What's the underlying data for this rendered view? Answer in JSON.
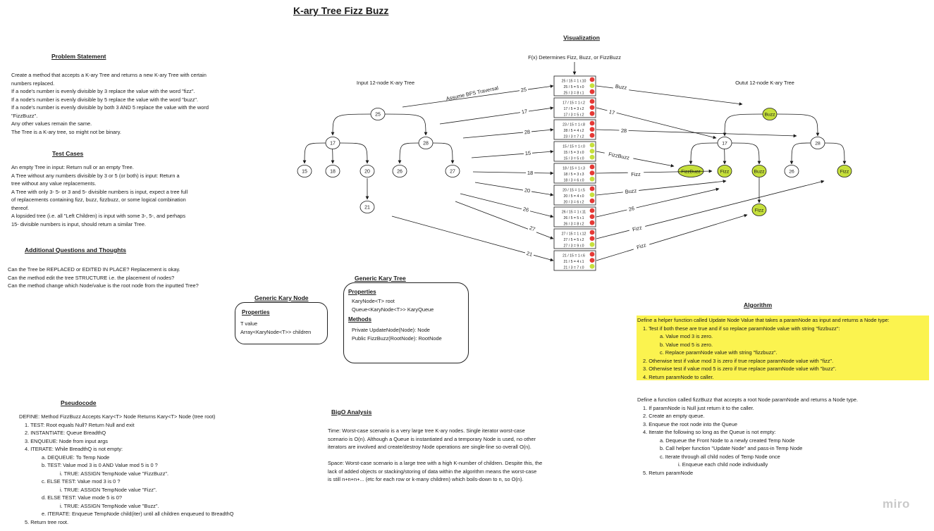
{
  "title": "K-ary Tree Fizz Buzz",
  "problem": {
    "heading": "Problem Statement",
    "lines": [
      "Create a method that accepts a K-ary Tree and returns a new K-ary Tree with certain",
      "numbers replaced.",
      "If a node's number is evenly divisible by 3 replace the value with the word \"fizz\".",
      "If a node's number is evenly divisible by 5 replace the value with the word \"buzz\".",
      "If a node's number is evenly divisible by both 3 AND 5 replace the value with the word",
      "\"FizzBuzz\".",
      "Any other values remain the same.",
      "The Tree is a K-ary tree, so might not be binary."
    ]
  },
  "tests": {
    "heading": "Test Cases",
    "lines": [
      "An empty Tree in input: Return null or an empty Tree.",
      "A Tree without any numbers divisible by 3 or 5 (or both) is input: Return a",
      "tree without any value replacements.",
      "A Tree with only 3- 5- or 3 and 5- divisible numbers is input, expect a tree full",
      "of replacements containing fizz, buzz, fizzbuzz, or some logical combination",
      "thereof.",
      "A lopsided tree (i.e. all \"Left Children) is input with some 3-, 5-, and perhaps",
      "15- divisible numbers is input, should return a similar Tree."
    ]
  },
  "questions": {
    "heading": "Additional Questions and Thoughts",
    "lines": [
      "Can the Tree be REPLACED or EDITED IN PLACE? Replacement is okay.",
      "Can the method edit the tree STRUCTURE i.e. the placement of nodes?",
      "Can the method change which Node/value is the root node from the inputted Tree?"
    ]
  },
  "pseudocode": {
    "heading": "Pseudocode",
    "lines": [
      {
        "t": "DEFINE: Method FizzBuzz Accepts Kary<T> Node Returns Kary<T> Node (tree root)",
        "i": 0
      },
      {
        "t": "1. TEST: Root equals Null? Return Null and exit",
        "i": 1
      },
      {
        "t": "2. INSTANTIATE: Queue BreadthQ",
        "i": 1
      },
      {
        "t": "3. ENQUEUE: Node from input args",
        "i": 1
      },
      {
        "t": "4. ITERATE: While BreadthQ is not empty:",
        "i": 1
      },
      {
        "t": "a. DEQUEUE: To Temp Node",
        "i": 2
      },
      {
        "t": "b. TEST: Value mod 3 is 0 AND Value mod 5 is 0 ?",
        "i": 2
      },
      {
        "t": "i. TRUE: ASSIGN TempNode value \"FizzBuzz\".",
        "i": 3
      },
      {
        "t": "c. ELSE TEST: Value mod 3 is 0 ?",
        "i": 2
      },
      {
        "t": "i. TRUE: ASSIGN TempNode value \"Fizz\".",
        "i": 3
      },
      {
        "t": "d. ELSE TEST: Value mode 5 is 0?",
        "i": 2
      },
      {
        "t": "i. TRUE: ASSIGN TempNode value \"Buzz\".",
        "i": 3
      },
      {
        "t": "e. ITERATE: Enqueue TempNode child(iter) until all children enqueued to BreadthQ",
        "i": 2
      },
      {
        "t": "5. Return tree root.",
        "i": 1
      }
    ]
  },
  "bigo": {
    "heading": "BigO Analysis",
    "time_lines": [
      "Time: Worst-case scenario is a very large tree K-ary nodes. Single iterator worst-case",
      "scenario is O(n). Although a Queue is instantiated and a temporary Node is used, no other",
      "iterators are involved and create/destroy Node operations are single-line so overall O(n)."
    ],
    "space_lines": [
      "Space: Worst-case scenario is a large tree with a high K-number of children. Despite this, the",
      "lack of added objects or stacking/storing of data within the algorithm means the worst-case",
      "is still n+n+n+... (etc for each row or k-many children) which boils-down to n, so O(n)."
    ]
  },
  "generic_node": {
    "heading": "Generic Kary Node",
    "props_label": "Properties",
    "props": [
      "T value",
      "Array<KaryNode<T>> children"
    ]
  },
  "generic_tree": {
    "heading": "Generic Kary Tree",
    "props_label": "Properties",
    "props": [
      "KaryNode<T> root",
      "Queue<KaryNode<T>> KaryQueue"
    ],
    "methods_label": "Methods",
    "methods": [
      "Private UpdateNode(Node): Node",
      "Public FizzBuzz(RootNode): RootNode"
    ]
  },
  "algorithm": {
    "heading": "Algorithm",
    "helper_lines": [
      {
        "t": "Define a helper function called Update Node Value that takes a paramNode as input and returns a Node type:",
        "i": 0
      },
      {
        "t": "1. Test if both these are true and if so replace paramNode value with string \"fizzbuzz\":",
        "i": 1
      },
      {
        "t": "a. Value mod 3 is zero.",
        "i": 2
      },
      {
        "t": "b. Value mod 5 is zero.",
        "i": 2
      },
      {
        "t": "c. Replace paramNode value with string \"fizzbuzz\".",
        "i": 2
      },
      {
        "t": "2. Otherwise test if value mod 3 is zero if true replace paramNode value with \"fizz\".",
        "i": 1
      },
      {
        "t": "3. Otherwise test if value mod 5 is zero if true replace paramNode value with \"buzz\".",
        "i": 1
      },
      {
        "t": "4. Return paramNode to caller.",
        "i": 1
      }
    ],
    "main_lines": [
      {
        "t": "Define a function called fizzBuzz that accepts a root Node paramNode and returns a Node type.",
        "i": 0
      },
      {
        "t": "1. If paramNode is Null just return it to the caller.",
        "i": 1
      },
      {
        "t": "2. Create an empty queue.",
        "i": 1
      },
      {
        "t": "3. Enqueue the root node into the Queue",
        "i": 1
      },
      {
        "t": "4. Iterate the following so long as the Queue is not empty:",
        "i": 1
      },
      {
        "t": "a. Dequeue the Front Node to a newly created Temp Node",
        "i": 2
      },
      {
        "t": "b. Call helper function \"Update Node\" and pass-in Temp Node",
        "i": 2
      },
      {
        "t": "c. Iterate through all child nodes of Temp Node once",
        "i": 2
      },
      {
        "t": "i. Enqueue each child node individually",
        "i": 3
      },
      {
        "t": "5. Return paramNode",
        "i": 1
      }
    ]
  },
  "viz": {
    "heading": "Visualization",
    "fx_label": "F(x) Determines Fizz, Buzz, or FizzBuzz",
    "input_label": "Input 12-node K-ary Tree",
    "output_label": "Outut 12-node K-ary Tree",
    "bfs_label": "Assume BFS Traversal",
    "input_nodes": [
      "25",
      "17",
      "28",
      "15",
      "18",
      "20",
      "26",
      "27",
      "21"
    ],
    "output_nodes": [
      "Buzz",
      "17",
      "28",
      "FizzBuzz",
      "Fizz",
      "Buzz",
      "26",
      "Fizz",
      "Fizz"
    ],
    "steps": [
      {
        "n": "25",
        "rows": [
          "25 / 15 = 1 r.10",
          "25 / 5 = 5 r.0",
          "25 / 3 = 8 r.1"
        ],
        "dots": [
          "#e53935",
          "#c6e03c",
          "#e53935"
        ],
        "in_label": "25",
        "out_label": "Buzz"
      },
      {
        "n": "17",
        "rows": [
          "17 / 15 = 1 r.2",
          "17 / 5 = 3 r.2",
          "17 / 3 = 5 r.2"
        ],
        "dots": [
          "#e53935",
          "#e53935",
          "#e53935"
        ],
        "in_label": "17",
        "out_label": "17"
      },
      {
        "n": "28",
        "rows": [
          "23 / 15 = 1 r.8",
          "28 / 5 = 4 r.2",
          "23 / 3 = 7 r.2"
        ],
        "dots": [
          "#e53935",
          "#e53935",
          "#e53935"
        ],
        "in_label": "28",
        "out_label": "28"
      },
      {
        "n": "15",
        "rows": [
          "15 / 15 = 1 r.0",
          "15 / 5 = 3 r.0",
          "15 / 3 = 5 r.0"
        ],
        "dots": [
          "#c6e03c",
          "#c6e03c",
          "#c6e03c"
        ],
        "in_label": "15",
        "out_label": "FizzBuzz"
      },
      {
        "n": "18",
        "rows": [
          "18 / 15 = 1 r.3",
          "18 / 5 = 3 r.3",
          "18 / 3 = 6 r.0"
        ],
        "dots": [
          "#e53935",
          "#e53935",
          "#c6e03c"
        ],
        "in_label": "18",
        "out_label": "Fizz"
      },
      {
        "n": "20",
        "rows": [
          "20 / 15 = 1 r.5",
          "20 / 5 = 4 r.0",
          "20 / 3 = 6 r.2"
        ],
        "dots": [
          "#e53935",
          "#c6e03c",
          "#e53935"
        ],
        "in_label": "20",
        "out_label": "Buzz"
      },
      {
        "n": "26",
        "rows": [
          "26 / 15 = 1 r.11",
          "26 / 5 = 5 r.1",
          "26 / 3 = 8 r.2"
        ],
        "dots": [
          "#e53935",
          "#e53935",
          "#e53935"
        ],
        "in_label": "26",
        "out_label": "26"
      },
      {
        "n": "27",
        "rows": [
          "27 / 15 = 1 r.12",
          "27 / 5 = 5 r.2",
          "27 / 3 = 9 r.0"
        ],
        "dots": [
          "#e53935",
          "#e53935",
          "#c6e03c"
        ],
        "in_label": "27",
        "out_label": "Fizz"
      },
      {
        "n": "21",
        "rows": [
          "21 / 15 = 1 r.6",
          "21 / 5 = 4 r.1",
          "21 / 3 = 7 r.0"
        ],
        "dots": [
          "#e53935",
          "#e53935",
          "#c6e03c"
        ],
        "in_label": "21",
        "out_label": "Fizz"
      }
    ]
  },
  "colors": {
    "fizz_fill": "#c6e03c",
    "miss_dot": "#e53935",
    "highlight": "#fbf34f"
  },
  "brand": "miro"
}
